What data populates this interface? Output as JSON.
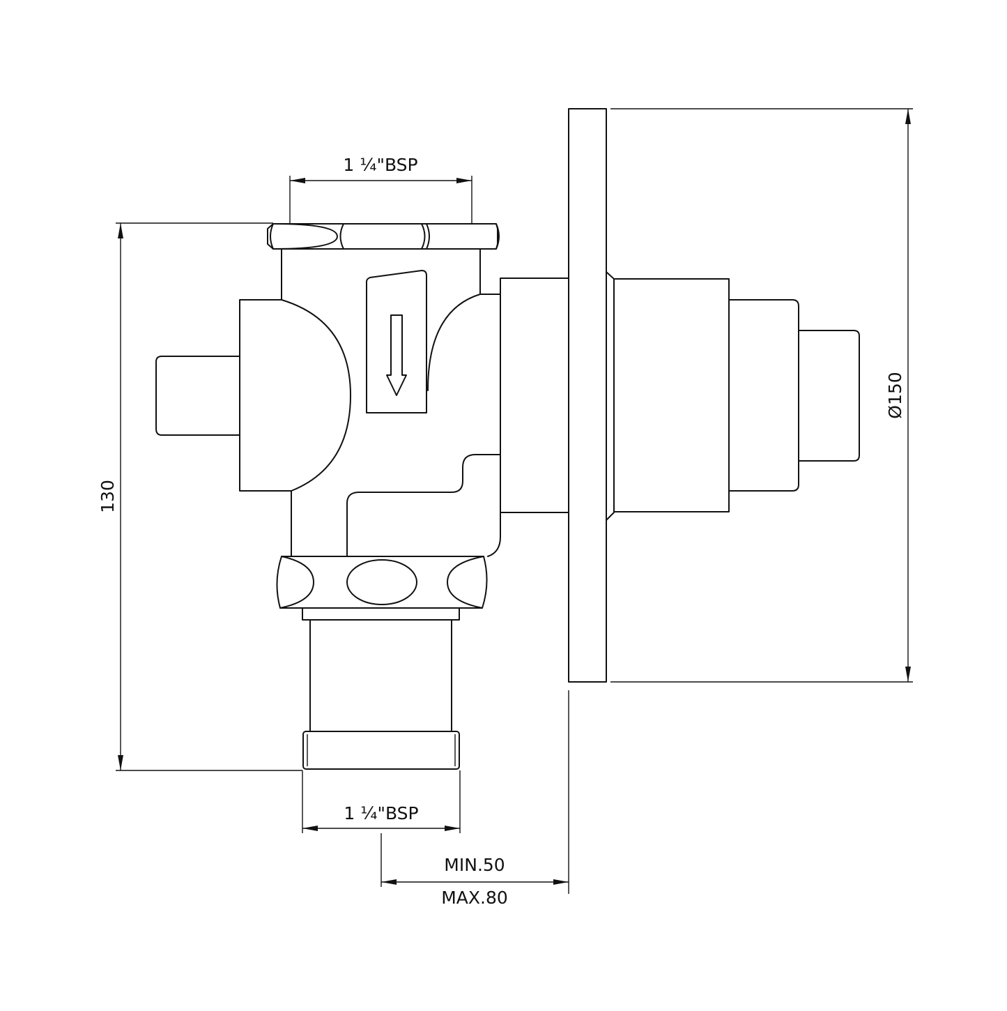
{
  "dimensions": {
    "top_thread": "1 ¼\"BSP",
    "bottom_thread": "1 ¼\"BSP",
    "height": "130",
    "plate_diameter": "Ø150",
    "depth_min": "MIN.50",
    "depth_max": "MAX.80"
  },
  "colors": {
    "line": "#111111",
    "background": "#ffffff"
  }
}
